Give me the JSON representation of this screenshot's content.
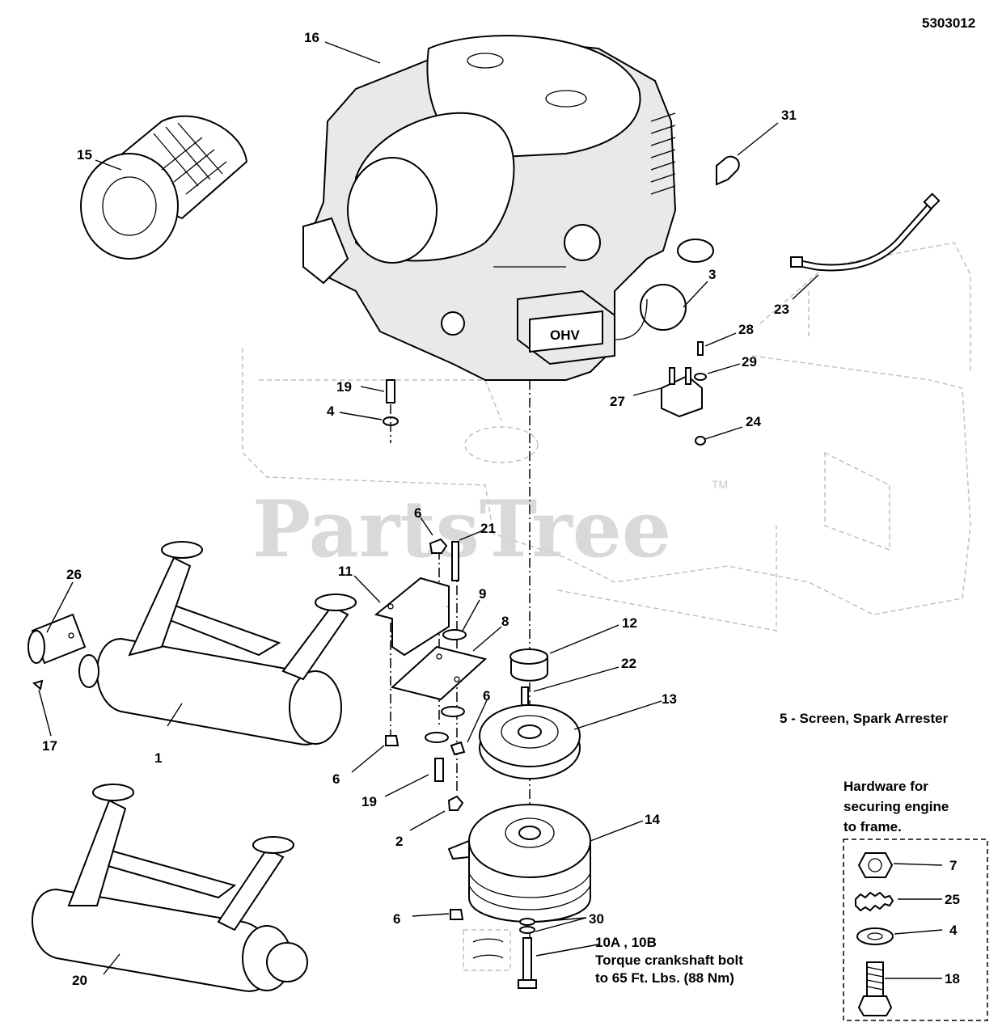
{
  "diagram_number": "5303012",
  "watermark": {
    "text": "PartsTree",
    "trademark": "TM"
  },
  "engine_badge": "OHV",
  "callouts": {
    "c16": "16",
    "c15": "15",
    "c31": "31",
    "c3": "3",
    "c23": "23",
    "c28": "28",
    "c29": "29",
    "c27": "27",
    "c24": "24",
    "c19a": "19",
    "c4a": "4",
    "c6a": "6",
    "c21": "21",
    "c11": "11",
    "c9": "9",
    "c8": "8",
    "c12": "12",
    "c22": "22",
    "c13": "13",
    "c6b": "6",
    "c26": "26",
    "c1": "1",
    "c17": "17",
    "c6c": "6",
    "c19b": "19",
    "c2": "2",
    "c14": "14",
    "c6d": "6",
    "c30": "30",
    "c10": "10A , 10B",
    "c20": "20",
    "c7": "7",
    "c25": "25",
    "c4b": "4",
    "c18": "18"
  },
  "notes": {
    "spark_arrester": "5 - Screen, Spark Arrester",
    "torque_line1": "Torque crankshaft bolt",
    "torque_line2": "to 65 Ft. Lbs. (88 Nm)",
    "hardware_line1": "Hardware for",
    "hardware_line2": "securing engine",
    "hardware_line3": "to frame."
  }
}
